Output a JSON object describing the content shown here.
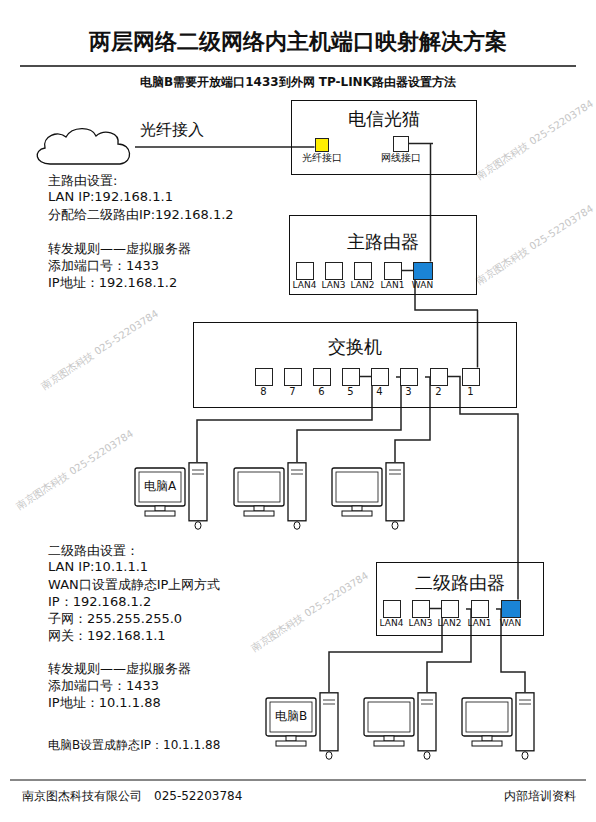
{
  "diagram": {
    "title": "两层网络二级网络内主机端口映射解决方案",
    "nodes": [
      {
        "text": [
          "光纤接入"
        ]
      },
      {
        "text": [
          "电信光猫"
        ]
      },
      {
        "text": [
          "光纤接口"
        ],
        "in": 1
      },
      {
        "text": [
          "网线接口"
        ],
        "in": 1
      },
      {
        "text": [
          "主路由器"
        ]
      },
      {
        "text": [
          "LAN4"
        ],
        "in": 4
      },
      {
        "text": [
          "LAN3"
        ],
        "in": 4
      },
      {
        "text": [
          "LAN2"
        ],
        "in": 4
      },
      {
        "text": [
          "LAN1"
        ],
        "in": 4
      },
      {
        "text": [
          "WAN"
        ],
        "in": 4
      },
      {
        "text": [
          "交换机"
        ]
      },
      {
        "text": [
          "8"
        ],
        "in": 10
      },
      {
        "text": [
          "7"
        ],
        "in": 10
      },
      {
        "text": [
          "6"
        ],
        "in": 10
      },
      {
        "text": [
          "5"
        ],
        "in": 10
      },
      {
        "text": [
          "4"
        ],
        "in": 10
      },
      {
        "text": [
          "3"
        ],
        "in": 10
      },
      {
        "text": [
          "2"
        ],
        "in": 10
      },
      {
        "text": [
          "1"
        ],
        "in": 10
      },
      {
        "text": [
          "电脑A"
        ]
      },
      {
        "text": [
          "二级路由器"
        ]
      },
      {
        "text": [
          "LAN4"
        ],
        "in": 20
      },
      {
        "text": [
          "LAN3"
        ],
        "in": 20
      },
      {
        "text": [
          "LAN2"
        ],
        "in": 20
      },
      {
        "text": [
          "LAN1"
        ],
        "in": 20
      },
      {
        "text": [
          "WAN"
        ],
        "in": 20
      },
      {
        "text": [
          "电脑B"
        ]
      }
    ],
    "edges": [
      {
        "from": 0,
        "to": 2,
        "arrow": "none"
      },
      {
        "from": 3,
        "to": 9,
        "arrow": "none"
      },
      {
        "from": 8,
        "to": 18,
        "arrow": "none"
      },
      {
        "from": 17,
        "to": 25,
        "arrow": "none"
      },
      {
        "from": 14,
        "to": 19,
        "arrow": "none"
      },
      {
        "from": 22,
        "to": 26,
        "arrow": "none"
      }
    ],
    "labels": [
      "电脑B需要开放端口1433到外网 TP-LINK路由器设置方法",
      "主路由设置:",
      "LAN IP:192.168.1.1",
      "分配给二级路由IP:192.168.1.2",
      "转发规则——虚拟服务器",
      "添加端口号：1433",
      "IP地址：192.168.1.2",
      "二级路由设置：",
      "LAN IP:10.1.1.1",
      "WAN口设置成静态IP上网方式",
      "IP：192.168.1.2",
      "子网：255.255.255.0",
      "网关：192.168.1.1",
      "转发规则——虚拟服务器",
      "添加端口号：1433",
      "IP地址：10.1.1.88",
      "电脑B设置成静态IP：10.1.1.88",
      "南京图杰科技有限公司　025-52203784",
      "内部培训资料",
      "南京图杰科技 025-52203784",
      "南京图杰科技 025-52203784",
      "南京图杰科技 025-52203784",
      "南京图杰科技 025-52203784",
      "南京图杰科技 025-52203784"
    ]
  }
}
